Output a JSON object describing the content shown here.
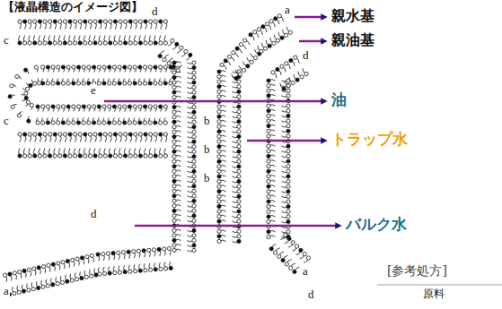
{
  "diagram": {
    "title": "【液晶構造のイメージ図】",
    "labels": [
      "d",
      "a",
      "c",
      "親水基",
      "親油基",
      "d",
      "e",
      "油",
      "c",
      "トラップ水",
      "b",
      "b",
      "b",
      "d",
      "バルク水",
      "[参考処方]",
      "原料",
      "a",
      "d",
      "a"
    ]
  }
}
